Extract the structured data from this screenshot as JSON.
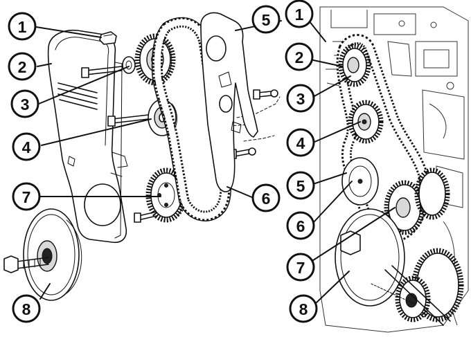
{
  "callouts_left": [
    {
      "id": "1",
      "label": "1"
    },
    {
      "id": "2",
      "label": "2"
    },
    {
      "id": "3",
      "label": "3"
    },
    {
      "id": "4",
      "label": "4"
    },
    {
      "id": "5",
      "label": "5"
    },
    {
      "id": "6",
      "label": "6"
    },
    {
      "id": "7",
      "label": "7"
    },
    {
      "id": "8",
      "label": "8"
    }
  ],
  "callouts_right": [
    {
      "id": "1",
      "label": "1"
    },
    {
      "id": "2",
      "label": "2"
    },
    {
      "id": "3",
      "label": "3"
    },
    {
      "id": "4",
      "label": "4"
    },
    {
      "id": "5",
      "label": "5"
    },
    {
      "id": "6",
      "label": "6"
    },
    {
      "id": "7",
      "label": "7"
    },
    {
      "id": "8",
      "label": "8"
    }
  ]
}
